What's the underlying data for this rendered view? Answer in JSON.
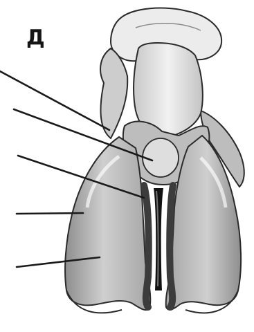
{
  "figure": {
    "panel_label": "Д",
    "subject": "anatomical-drawing",
    "colors": {
      "ink": "#2a2a2a",
      "dark": "#3c3c3c",
      "mid": "#9a9a9a",
      "light": "#e2e2e2",
      "paper": "#ffffff"
    },
    "leader_line_count": 5
  }
}
